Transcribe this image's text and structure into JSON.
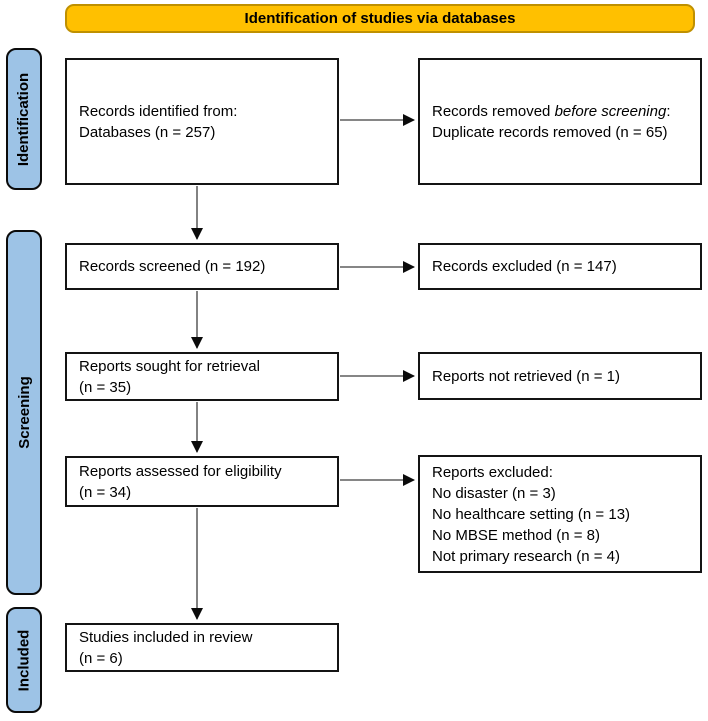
{
  "header": {
    "label": "Identification of studies via databases"
  },
  "stages": [
    {
      "label": "Identification"
    },
    {
      "label": "Screening"
    },
    {
      "label": "Included"
    }
  ],
  "boxes": {
    "records_identified": {
      "line1": "Records identified from:",
      "line2": "Databases (n = 257)"
    },
    "records_removed": {
      "prefix": "Records removed ",
      "italic": "before screening",
      "suffix": ":",
      "line2": "Duplicate records removed (n = 65)"
    },
    "records_screened": {
      "line1": "Records screened (n = 192)"
    },
    "records_excluded": {
      "line1": "Records excluded (n = 147)"
    },
    "reports_sought": {
      "line1": "Reports sought for retrieval",
      "line2": "(n = 35)"
    },
    "reports_not_retrieved": {
      "line1": "Reports not retrieved (n = 1)"
    },
    "reports_assessed": {
      "line1": "Reports assessed for eligibility",
      "line2": "(n = 34)"
    },
    "reports_excluded": {
      "line1": "Reports excluded:",
      "line2": "No disaster (n = 3)",
      "line3": "No healthcare setting (n = 13)",
      "line4": "No MBSE method (n = 8)",
      "line5": "Not primary research (n = 4)"
    },
    "studies_included": {
      "line1": "Studies included in review",
      "line2": "(n = 6)"
    }
  },
  "colors": {
    "header_fill": "#FFC000",
    "header_border": "#BF9000",
    "stage_fill": "#9DC3E6",
    "arrow": "#000000"
  }
}
